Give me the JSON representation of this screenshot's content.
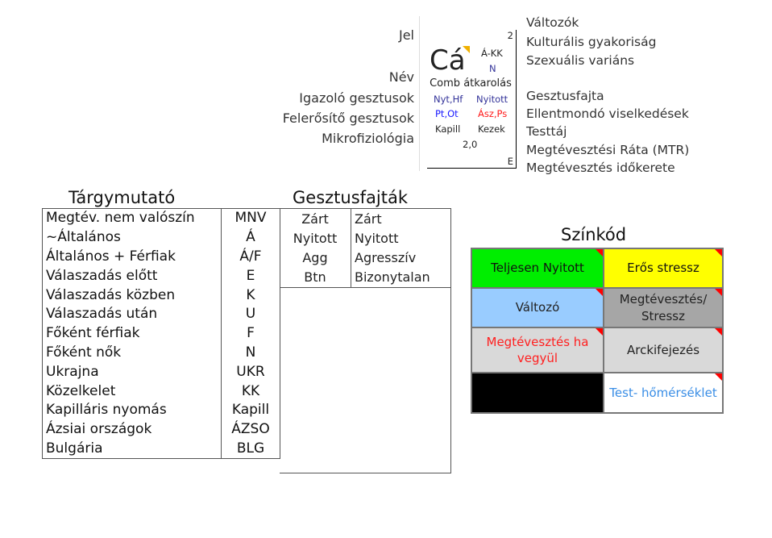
{
  "legend_labels": {
    "jel": "Jel",
    "nev": "Név",
    "igazolo": "Igazoló gesztusok",
    "felerosito": "Felerősítő gesztusok",
    "mikro": "Mikrofiziológia"
  },
  "card": {
    "top_right": "2",
    "symbol": "Cá",
    "cultural": "Á-KK",
    "sexual": "N",
    "name": "Comb átkarolás",
    "conf_left": "Nyt,Hf",
    "conf_right": "Nyitott",
    "amp_left": "Pt,Ot",
    "amp_right": "Ász,Ps",
    "micro_left": "Kapill",
    "micro_right": "Kezek",
    "rate": "2,0",
    "time": "E"
  },
  "right_labels": [
    "Változók",
    "Kulturális gyakoriság",
    "Szexuális variáns",
    "Gesztusfajta",
    "Ellentmondó viselkedések",
    "Testtáj",
    "Megtévesztési Ráta (MTR)",
    "Megtévesztés időkerete"
  ],
  "index": {
    "title": "Tárgymutató",
    "rows": [
      [
        "Megtév. nem valószín",
        "MNV"
      ],
      [
        "~Általános",
        "Á"
      ],
      [
        "Általános + Férfiak",
        "Á/F"
      ],
      [
        "Válaszadás előtt",
        "E"
      ],
      [
        "Válaszadás közben",
        "K"
      ],
      [
        "Válaszadás után",
        "U"
      ],
      [
        "Főként férfiak",
        "F"
      ],
      [
        "Főként nők",
        "N"
      ],
      [
        "Ukrajna",
        "UKR"
      ],
      [
        "Közelkelet",
        "KK"
      ],
      [
        "Kapilláris nyomás",
        "Kapill"
      ],
      [
        "Ázsiai országok",
        "ÁZSO"
      ],
      [
        "Bulgária",
        "BLG"
      ]
    ]
  },
  "gestures": {
    "title": "Gesztusfajták",
    "rows": [
      [
        "Zárt",
        "Zárt"
      ],
      [
        "Nyitott",
        "Nyitott"
      ],
      [
        "Agg",
        "Agresszív"
      ],
      [
        "Btn",
        "Bizonytalan"
      ]
    ]
  },
  "colorcode": {
    "title": "Színkód",
    "cells": [
      {
        "label": "Teljesen Nyitott",
        "bg": "#00ee00",
        "fg": "#111"
      },
      {
        "label": "Erős stressz",
        "bg": "#ffff00",
        "fg": "#111"
      },
      {
        "label": "Változó",
        "bg": "#99ccff",
        "fg": "#222"
      },
      {
        "label": "Megtévesztés/ Stressz",
        "bg": "#a6a6a6",
        "fg": "#222"
      },
      {
        "label": "Megtévesztés ha vegyül",
        "bg": "#d9d9d9",
        "fg": "#ff2020"
      },
      {
        "label": "Arckifejezés",
        "bg": "#d9d9d9",
        "fg": "#222"
      },
      {
        "label": "",
        "bg": "#000000",
        "fg": "#000"
      },
      {
        "label": "Test- hőmérséklet",
        "bg": "#ffffff",
        "fg": "#3a8ee6"
      }
    ]
  }
}
